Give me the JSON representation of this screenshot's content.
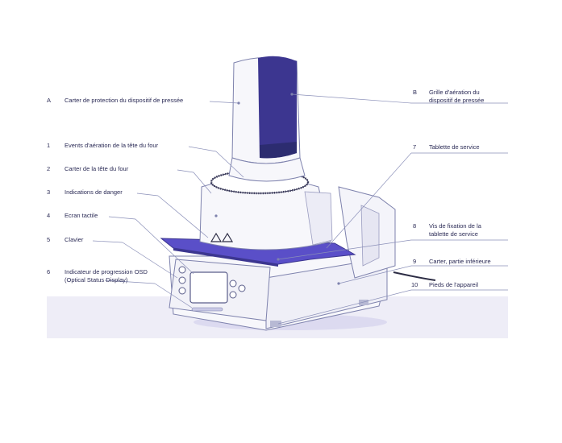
{
  "callouts_left": [
    {
      "key": "A",
      "text": "Carter de protection du dispositif de pressée"
    },
    {
      "key": "1",
      "text": "Events d'aération de la tête du four"
    },
    {
      "key": "2",
      "text": "Carter de la tête du four"
    },
    {
      "key": "3",
      "text": "Indications de danger"
    },
    {
      "key": "4",
      "text": "Ecran tactile"
    },
    {
      "key": "5",
      "text": "Clavier"
    },
    {
      "key": "6",
      "text": "Indicateur de progression OSD",
      "text2": "(Optical Status Display)"
    }
  ],
  "callouts_right": [
    {
      "key": "B",
      "text": "Grille d'aération du",
      "text2": "dispositif de pressée"
    },
    {
      "key": "7",
      "text": "Tablette de service"
    },
    {
      "key": "8",
      "text": "Vis de fixation de la",
      "text2": "tablette de service"
    },
    {
      "key": "9",
      "text": "Carter, partie inférieure"
    },
    {
      "key": "10",
      "text": "Pieds de l'appareil"
    }
  ],
  "colors": {
    "accent": "#5a4fc8",
    "accent_dark": "#3c3690",
    "line": "#8a8fb8",
    "outline": "#7e82ad",
    "band": "#eeedf7"
  }
}
